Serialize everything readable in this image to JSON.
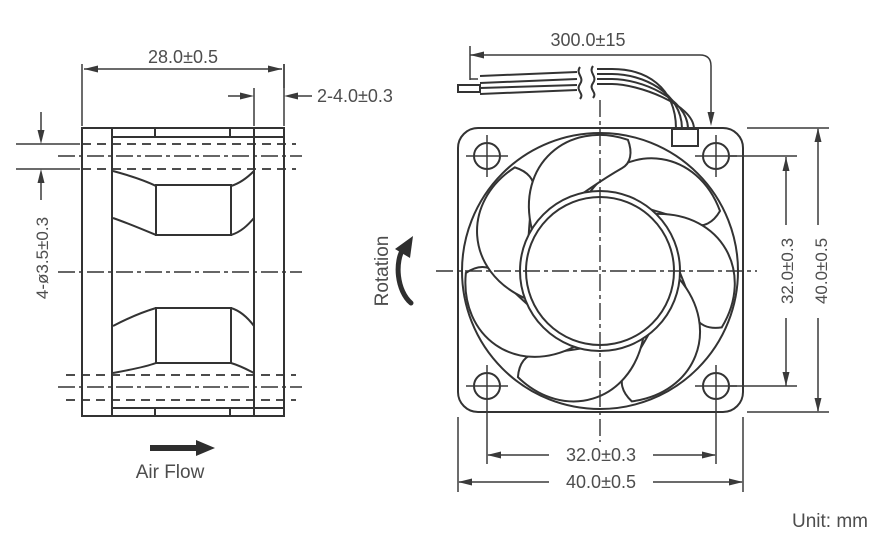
{
  "drawing": {
    "unit_label": "Unit: mm",
    "colors": {
      "line": "#333333",
      "dimension_line": "#3a3a3a",
      "text": "#4d4d4d",
      "background": "#ffffff"
    },
    "side_view": {
      "dim_width": "28.0±0.5",
      "dim_flange_thickness": "2-4.0±0.3",
      "dim_mounting_holes": "4-ø3.5±0.3",
      "air_flow_label": "Air Flow"
    },
    "front_view": {
      "dim_lead_wire": "300.0±15",
      "rotation_label": "Rotation",
      "dim_hole_pitch_vertical": "32.0±0.3",
      "dim_height": "40.0±0.5",
      "dim_hole_pitch_horizontal": "32.0±0.3",
      "dim_width": "40.0±0.5"
    }
  }
}
